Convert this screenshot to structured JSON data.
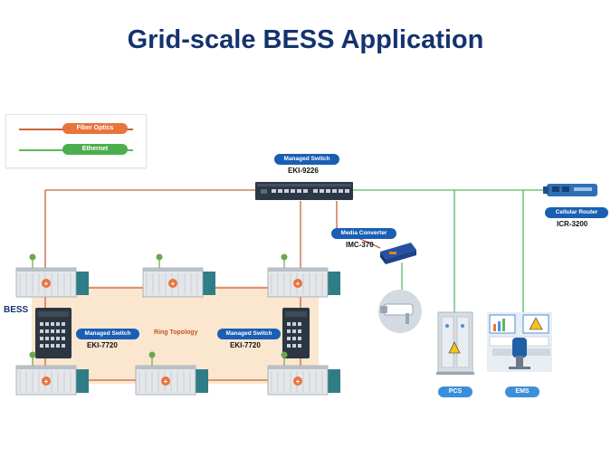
{
  "title": "Grid-scale BESS Application",
  "legend": {
    "fiber_label": "Fiber Optics",
    "ethernet_label": "Ethernet"
  },
  "colors": {
    "fiber": "#c8643a",
    "ethernet": "#5cb85c",
    "tag_blue": "#1a5fb4",
    "title": "#14336e",
    "ring_bg": "#fbe6cf"
  },
  "devices": {
    "core_switch": {
      "tag": "Managed Switch",
      "model": "EKI-9226"
    },
    "cellular_router": {
      "tag": "Cellular Router",
      "model": "ICR-3200"
    },
    "media_converter": {
      "tag": "Media Converter",
      "model": "IMC-370"
    },
    "left_switch": {
      "tag": "Managed Switch",
      "model": "EKI-7720"
    },
    "right_switch": {
      "tag": "Managed Switch",
      "model": "EKI-7720"
    }
  },
  "ring_label": "Ring Topology",
  "bess_label": "BESS",
  "pcs_label": "PCS",
  "ems_label": "EMS"
}
